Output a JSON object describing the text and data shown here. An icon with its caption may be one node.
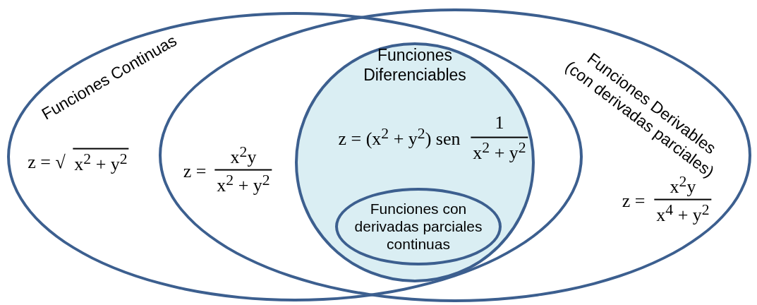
{
  "diagram": {
    "nodes": [
      {
        "text": [
          "Funciones Continuas",
          "z = √",
          "x$^{2}$ + y$^{2}$"
        ]
      },
      {
        "text": [
          "Funciones Derivables (con derivadas parciales)",
          "z =",
          "x$^{2}$y",
          "x$^{4}$ + y$^{2}$"
        ]
      },
      {
        "text": [
          "Funciones Diferenciables",
          "z = (x$^{2}$ + y$^{2}$) sen",
          "1",
          "x$^{2}$ + y$^{2}$"
        ]
      },
      {
        "text": [
          "Funciones con derivadas parciales continuas"
        ],
        "in": 2
      }
    ],
    "edges": [],
    "labels": [
      "z =",
      "x$^{2}$y",
      "x$^{2}$ + y$^{2}$"
    ]
  }
}
